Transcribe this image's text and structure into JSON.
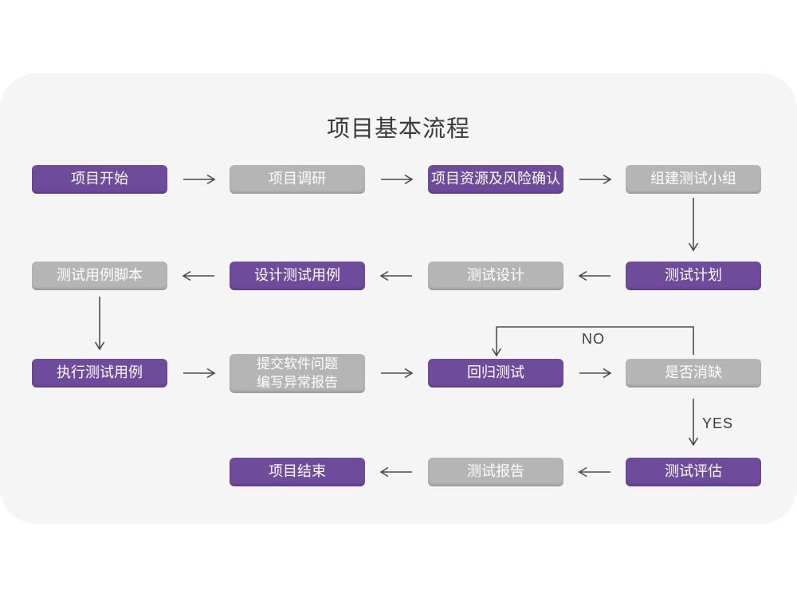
{
  "title": "项目基本流程",
  "colors": {
    "purple": "#6E4B9B",
    "gray": "#B5B5B5",
    "card_bg": "#F5F5F6",
    "arrow": "#4C4C4C",
    "title_text": "#3B3B3B",
    "node_text": "#FFFFFF"
  },
  "nodes": {
    "project_start": {
      "label": "项目开始",
      "type": "purple"
    },
    "project_research": {
      "label": "项目调研",
      "type": "gray"
    },
    "resources_risk": {
      "label": "项目资源及风险确认",
      "type": "purple"
    },
    "build_test_team": {
      "label": "组建测试小组",
      "type": "gray"
    },
    "test_plan": {
      "label": "测试计划",
      "type": "purple"
    },
    "test_design": {
      "label": "测试设计",
      "type": "gray"
    },
    "design_test_cases": {
      "label": "设计测试用例",
      "type": "purple"
    },
    "test_case_scripts": {
      "label": "测试用例脚本",
      "type": "gray"
    },
    "execute_test_cases": {
      "label": "执行测试用例",
      "type": "purple"
    },
    "submit_issue_report": {
      "lines": [
        "提交软件问题",
        "编写异常报告"
      ],
      "type": "gray"
    },
    "regression_test": {
      "label": "回归测试",
      "type": "purple"
    },
    "defect_resolved": {
      "label": "是否消缺",
      "type": "gray"
    },
    "test_evaluation": {
      "label": "测试评估",
      "type": "purple"
    },
    "test_report": {
      "label": "测试报告",
      "type": "gray"
    },
    "project_end": {
      "label": "项目结束",
      "type": "purple"
    }
  },
  "edge_labels": {
    "no": "NO",
    "yes": "YES"
  },
  "edges": [
    {
      "from": "项目开始",
      "to": "项目调研"
    },
    {
      "from": "项目调研",
      "to": "项目资源及风险确认"
    },
    {
      "from": "项目资源及风险确认",
      "to": "组建测试小组"
    },
    {
      "from": "组建测试小组",
      "to": "测试计划"
    },
    {
      "from": "测试计划",
      "to": "测试设计"
    },
    {
      "from": "测试设计",
      "to": "设计测试用例"
    },
    {
      "from": "设计测试用例",
      "to": "测试用例脚本"
    },
    {
      "from": "测试用例脚本",
      "to": "执行测试用例"
    },
    {
      "from": "执行测试用例",
      "to": "提交软件问题编写异常报告"
    },
    {
      "from": "提交软件问题编写异常报告",
      "to": "回归测试"
    },
    {
      "from": "回归测试",
      "to": "是否消缺"
    },
    {
      "from": "是否消缺",
      "to": "回归测试",
      "label": "NO"
    },
    {
      "from": "是否消缺",
      "to": "测试评估",
      "label": "YES"
    },
    {
      "from": "测试评估",
      "to": "测试报告"
    },
    {
      "from": "测试报告",
      "to": "项目结束"
    }
  ]
}
